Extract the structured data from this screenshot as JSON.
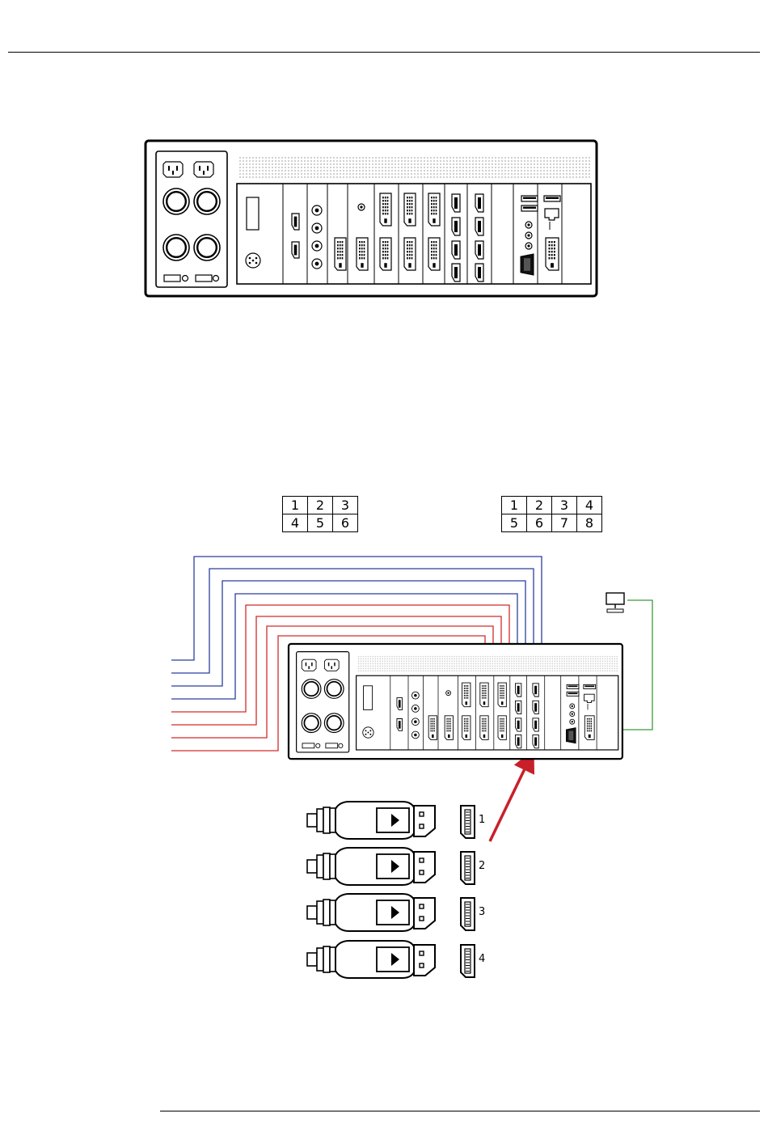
{
  "layouts": {
    "six_grid": [
      [
        "1",
        "2",
        "3"
      ],
      [
        "4",
        "5",
        "6"
      ]
    ],
    "eight_grid": [
      [
        "1",
        "2",
        "3",
        "4"
      ],
      [
        "5",
        "6",
        "7",
        "8"
      ]
    ]
  },
  "connector_labels": [
    "1",
    "2",
    "3",
    "4"
  ],
  "colors": {
    "blue_cable": "#2b3f9e",
    "red_cable": "#d42a2a",
    "green_cable": "#3b9a3b",
    "arrow": "#c8202a",
    "outline": "#000000"
  },
  "icons": [
    "monitor-icon",
    "displayport-plug-icon",
    "displayport-port-icon",
    "power-inlet-icon",
    "fan-icon",
    "dvi-port-icon",
    "displayport-socket-icon",
    "usb-port-icon",
    "ethernet-port-icon",
    "audio-jack-icon",
    "vga-port-icon",
    "ps2-port-icon"
  ]
}
